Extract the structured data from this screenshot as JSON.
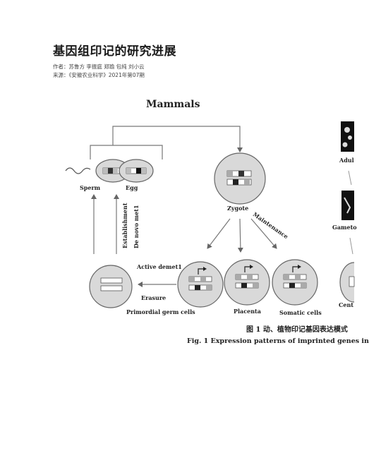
{
  "article": {
    "title": "基因组印记的研究进展",
    "authors": "作者：苏鲁方 李振庭 郑瑜 包纯 刘小云",
    "source": "来源：《安徽农业科学》2021年第07期"
  },
  "figure": {
    "heading": "Mammals",
    "labels": {
      "sperm": "Sperm",
      "egg": "Egg",
      "zygote": "Zygote",
      "establishment": "Establishment",
      "de_novo": "De novo met1",
      "maintenance": "Maintenance",
      "active_demet": "Active demet1",
      "erasure": "Erasure",
      "pgc": "Primordial germ cells",
      "placenta": "Placenta",
      "somatic": "Somatic cells",
      "adult_partial": "Adul",
      "gameto_partial": "Gameto",
      "cent_partial": "Cent"
    },
    "caption_cn": "图 1    动、植物印记基因表达模式",
    "caption_en": "Fig. 1    Expression patterns of imprinted genes in"
  }
}
